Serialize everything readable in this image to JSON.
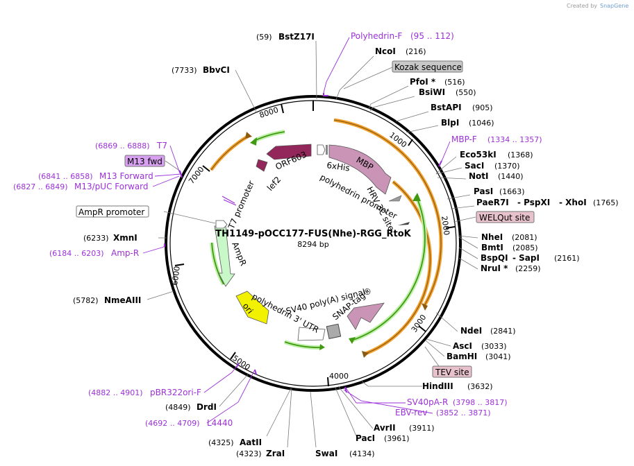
{
  "credit": {
    "created_by": "Created by",
    "brand": "SnapGene"
  },
  "plasmid": {
    "name": "TH1149-pOCC177-FUS(Nhe)-RGG_RtoK",
    "size": "8294 bp"
  },
  "tick_labels": [
    "1000",
    "2000",
    "3000",
    "4000",
    "5000",
    "6000",
    "7000",
    "8000"
  ],
  "sites": [
    {
      "id": "bstz17i",
      "name": "BstZ17I",
      "pos": "(59)",
      "side": "left"
    },
    {
      "id": "ncoi",
      "name": "NcoI",
      "pos": "(216)",
      "side": "right"
    },
    {
      "id": "pfoi",
      "name": "PfoI *",
      "pos": "(516)",
      "side": "right"
    },
    {
      "id": "bsiwi",
      "name": "BsiWI",
      "pos": "(550)",
      "side": "right"
    },
    {
      "id": "bstapi",
      "name": "BstAPI",
      "pos": "(905)",
      "side": "right"
    },
    {
      "id": "blpi",
      "name": "BlpI",
      "pos": "(1046)",
      "side": "right"
    },
    {
      "id": "eco53ki",
      "name": "Eco53kI",
      "pos": "(1368)",
      "side": "right"
    },
    {
      "id": "saci",
      "name": "SacI",
      "pos": "(1370)",
      "side": "right"
    },
    {
      "id": "noti",
      "name": "NotI",
      "pos": "(1440)",
      "side": "right"
    },
    {
      "id": "pasi",
      "name": "PasI",
      "pos": "(1663)",
      "side": "right"
    },
    {
      "id": "paer7i",
      "name": "PaeR7I",
      "pos": "",
      "side": "right"
    },
    {
      "id": "pspxi",
      "name": "- PspXI",
      "pos": "",
      "side": "right"
    },
    {
      "id": "xhoi",
      "name": "- XhoI",
      "pos": "(1765)",
      "side": "right"
    },
    {
      "id": "nhei",
      "name": "NheI",
      "pos": "(2081)",
      "side": "right"
    },
    {
      "id": "bmti",
      "name": "BmtI",
      "pos": "(2085)",
      "side": "right"
    },
    {
      "id": "bspqi",
      "name": "BspQI",
      "pos": "",
      "side": "right"
    },
    {
      "id": "sapi",
      "name": "- SapI",
      "pos": "(2161)",
      "side": "right"
    },
    {
      "id": "nrui",
      "name": "NruI *",
      "pos": "(2259)",
      "side": "right"
    },
    {
      "id": "ndei",
      "name": "NdeI",
      "pos": "(2841)",
      "side": "right"
    },
    {
      "id": "asci",
      "name": "AscI",
      "pos": "(3033)",
      "side": "right"
    },
    {
      "id": "bamhi",
      "name": "BamHI",
      "pos": "(3041)",
      "side": "right"
    },
    {
      "id": "hindiii",
      "name": "HindIII",
      "pos": "(3632)",
      "side": "right"
    },
    {
      "id": "avrii",
      "name": "AvrII",
      "pos": "(3911)",
      "side": "right"
    },
    {
      "id": "paci",
      "name": "PacI",
      "pos": "(3961)",
      "side": "right"
    },
    {
      "id": "swai",
      "name": "SwaI",
      "pos": "(4134)",
      "side": "right"
    },
    {
      "id": "zrai",
      "name": "ZraI",
      "pos": "(4323)",
      "side": "left"
    },
    {
      "id": "aatii",
      "name": "AatII",
      "pos": "(4325)",
      "side": "left"
    },
    {
      "id": "drdi",
      "name": "DrdI",
      "pos": "(4849)",
      "side": "left"
    },
    {
      "id": "nmeaiii",
      "name": "NmeAIII",
      "pos": "(5782)",
      "side": "left"
    },
    {
      "id": "xmni",
      "name": "XmnI",
      "pos": "(6233)",
      "side": "left"
    },
    {
      "id": "bbvci",
      "name": "BbvCI",
      "pos": "(7733)",
      "side": "left"
    }
  ],
  "primers": [
    {
      "id": "polyhedrin-f",
      "name": "Polyhedrin-F",
      "range": "(95 .. 112)"
    },
    {
      "id": "mbp-f",
      "name": "MBP-F",
      "range": "(1334 .. 1357)"
    },
    {
      "id": "sv40pa-r",
      "name": "SV40pA-R",
      "range": "(3798 .. 3817)"
    },
    {
      "id": "ebv-rev",
      "name": "EBV-rev",
      "range": "(3852 .. 3871)"
    },
    {
      "id": "pbr322ori-f",
      "name": "pBR322ori-F",
      "range": "(4882 .. 4901)"
    },
    {
      "id": "l4440",
      "name": "L4440",
      "range": "(4692 .. 4709)"
    },
    {
      "id": "amp-r",
      "name": "Amp-R",
      "range": "(6184 .. 6203)"
    },
    {
      "id": "m13-puc-forward",
      "name": "M13/pUC Forward",
      "range": "(6827 .. 6849)"
    },
    {
      "id": "m13-forward",
      "name": "M13 Forward",
      "range": "(6841 .. 6858)"
    },
    {
      "id": "t7",
      "name": "T7",
      "range": "(6869 .. 6888)"
    }
  ],
  "boxed_features": [
    {
      "id": "kozak",
      "label": "Kozak sequence",
      "color": "#c8c8c8"
    },
    {
      "id": "welqut",
      "label": "WELQut site",
      "color": "#e7c1cc"
    },
    {
      "id": "tev",
      "label": "TEV site",
      "color": "#e7c1cc"
    },
    {
      "id": "ampr-promoter",
      "label": "AmpR promoter",
      "color": "#ffffff"
    },
    {
      "id": "m13fwd",
      "label": "M13 fwd",
      "color": "#d8a0f0"
    }
  ],
  "feature_labels": {
    "orf603": "ORF603",
    "lef2": "lef2",
    "sixhis": "6xHis",
    "mbp": "MBP",
    "polyh_prom": "polyhedrin promoter",
    "hrv3c": "HRV 3C site",
    "t7prom": "T7 promoter",
    "ampr": "AmpR",
    "ori": "ori",
    "polyh3utr": "polyhedrin 3' UTR",
    "sv40pa": "SV40 poly(A) signal",
    "snap": "SNAP-tag®"
  },
  "colors": {
    "primer": "#9b30d9",
    "orf_dark": "#93265a",
    "mbp": "#c994b6",
    "ampr": "#c8f7c8",
    "ori": "#f2f200",
    "orange_arc": "#f2a12e",
    "green_arc": "#3f9a12",
    "snap_box": "#aaaaaa"
  }
}
